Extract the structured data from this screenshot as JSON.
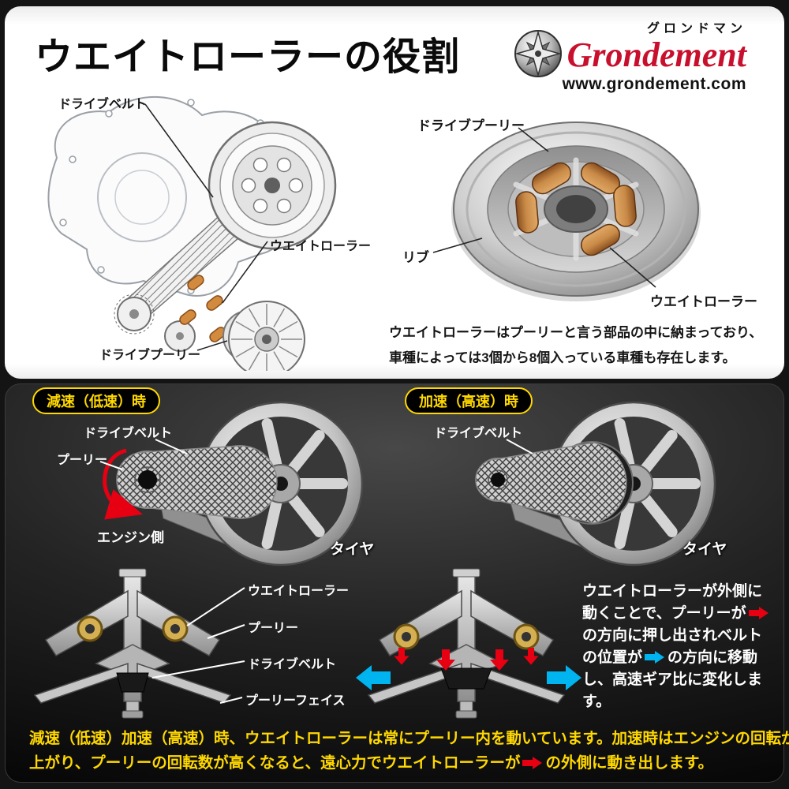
{
  "header": {
    "title": "ウエイトローラーの役割",
    "brand": {
      "katakana": "グロンドマン",
      "name": "Grondement",
      "url": "www.grondement.com"
    }
  },
  "exploded_diagram": {
    "label_drive_belt": "ドライブベルト",
    "label_weight_roller": "ウエイトローラー",
    "label_drive_pulley": "ドライブプーリー"
  },
  "pulley_photo": {
    "label_drive_pulley": "ドライブプーリー",
    "label_rib": "リブ",
    "label_weight_roller": "ウエイトローラー"
  },
  "caption": {
    "line1": "ウエイトローラーはプーリーと言う部品の中に納まっており、",
    "line2": "車種によっては3個から8個入っている車種も存在します。"
  },
  "panel": {
    "low_speed": {
      "badge": "減速（低速）時",
      "label_drive_belt": "ドライブベルト",
      "label_pulley": "プーリー",
      "label_engine_side": "エンジン側",
      "label_tire": "タイヤ"
    },
    "high_speed": {
      "badge": "加速（高速）時",
      "label_drive_belt": "ドライブベルト",
      "label_tire": "タイヤ"
    },
    "cross_section": {
      "label_weight_roller": "ウエイトローラー",
      "label_pulley": "プーリー",
      "label_drive_belt": "ドライブベルト",
      "label_pulley_face": "プーリーフェイス"
    },
    "explanation": {
      "t1": "ウエイトローラーが外側に動くことで、プーリーが",
      "t2": "の方向に押し出されベルトの位置が",
      "t3": "の方向に移動し、高速ギア比に変化します。"
    },
    "footer": {
      "line1": "減速（低速）加速（高速）時、ウエイトローラーは常にプーリー内を動いています。加速時はエンジンの回転が",
      "line2_a": "上がり、プーリーの回転数が高くなると、遠心力でウエイトローラーが",
      "line2_b": "の外側に動き出します。"
    }
  },
  "colors": {
    "accent_yellow": "#ffd800",
    "arrow_red": "#e60012",
    "arrow_cyan": "#00b4f0",
    "brand_red": "#c8102e",
    "roller_orange": "#c9813c"
  }
}
